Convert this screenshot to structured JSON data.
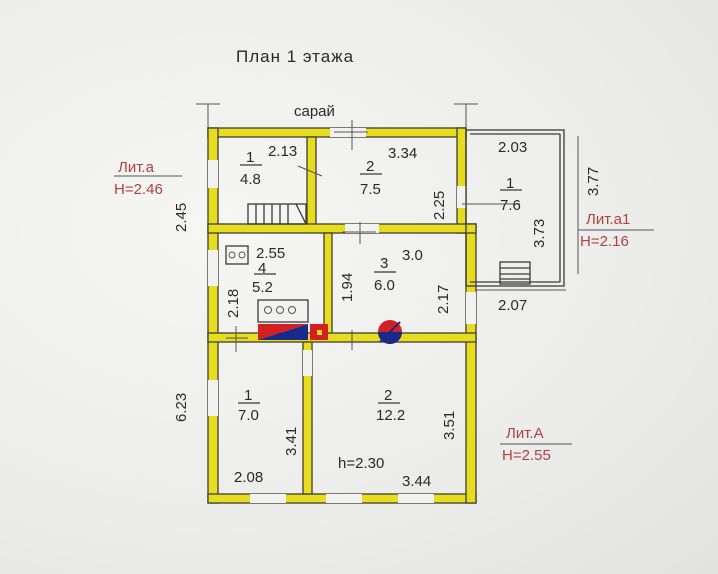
{
  "title": "План 1 этажа",
  "labels": {
    "barn": "сарай",
    "height_note": "h=2.30"
  },
  "lit_blocks": {
    "a": {
      "name": "Лит.а",
      "height": "H=2.46"
    },
    "a1": {
      "name": "Лит.а1",
      "height": "H=2.16"
    },
    "A": {
      "name": "Лит.А",
      "height": "H=2.55"
    }
  },
  "rooms": [
    {
      "num": "1",
      "area": "4.8"
    },
    {
      "num": "2",
      "area": "7.5"
    },
    {
      "num": "1",
      "area": "7.6"
    },
    {
      "num": "4",
      "area": "5.2"
    },
    {
      "num": "3",
      "area": "6.0"
    },
    {
      "num": "1",
      "area": "7.0"
    },
    {
      "num": "2",
      "area": "12.2"
    }
  ],
  "dimensions": [
    "2.13",
    "3.34",
    "2.03",
    "2.45",
    "2.25",
    "3.73",
    "3.77",
    "2.55",
    "3.0",
    "2.18",
    "1.94",
    "2.17",
    "2.07",
    "6.23",
    "3.41",
    "3.51",
    "2.08",
    "3.44"
  ],
  "colors": {
    "wall": "#e8dc1e",
    "lit_text": "#b44040",
    "stove_red": "#d42020",
    "stove_blue": "#1a2a8a"
  }
}
